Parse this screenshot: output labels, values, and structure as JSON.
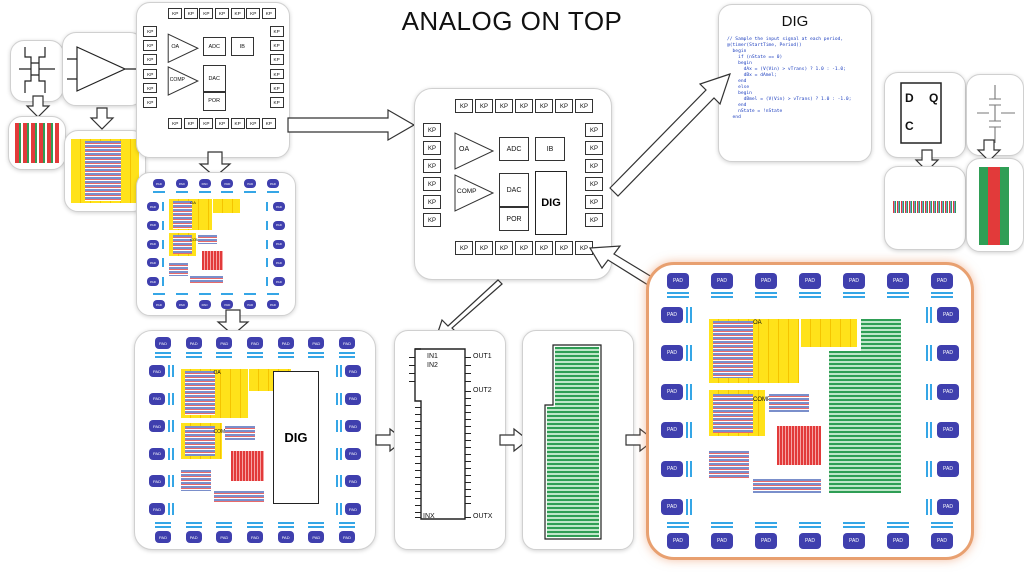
{
  "title": "ANALOG ON TOP",
  "dig_card_title": "DIG",
  "code_lines": [
    "// Sample the input signal at each period,",
    "@(timer(StartTime, Period))",
    "  begin",
    "    if (nState == 0)",
    "    begin",
    "      dAx = (V(Vin) > vTrans) ? 1.0 : -1.0;",
    "      dBx = dAmel;",
    "    end",
    "    else",
    "    begin",
    "      dBmel = (V(Vin) > vTrans) ? 1.0 : -1.0;",
    "    end",
    "    nState = !nState",
    "  end"
  ],
  "schematic": {
    "kp_label": "KP",
    "blocks": {
      "oa": "OA",
      "adc": "ADC",
      "ib": "IB",
      "comp": "COMP",
      "dac": "DAC",
      "por": "POR",
      "dig": "DIG"
    }
  },
  "layout_labels": {
    "oa": "OA",
    "comp": "COMP",
    "dig": "DIG",
    "pad": "PAD"
  },
  "pin_labels": {
    "in1": "IN1",
    "in2": "IN2",
    "inx": "INX",
    "out1": "OUT1",
    "out2": "OUT2",
    "outx": "OUTX"
  },
  "flipflop": {
    "d": "D",
    "q": "Q",
    "c": "C"
  },
  "colors": {
    "pad": "#3f3fae",
    "io": "#35a6e6",
    "analog": "#ffe21a",
    "resistor": "#e23a3a",
    "std_cell": "#2f9e55",
    "highlight_border": "#e8a070"
  }
}
